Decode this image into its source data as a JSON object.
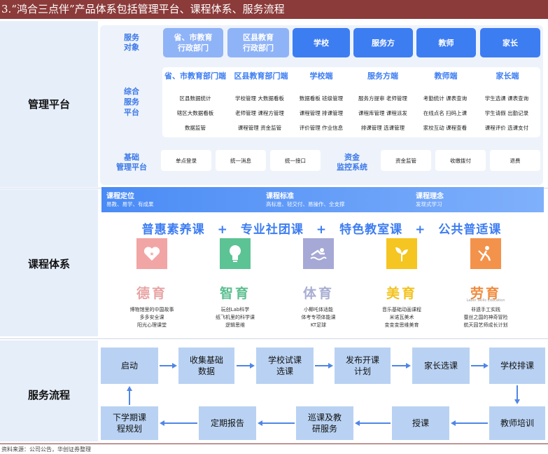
{
  "title": "3.“鸿合三点伴”产品体系包括管理平台、课程体系、服务流程",
  "sections": {
    "management": "管理平台",
    "curriculum": "课程体系",
    "service": "服务流程"
  },
  "management": {
    "service_target_label": "服务\n对象",
    "targets": [
      "省、市教育\n行政部门",
      "区县教育\n行政部门",
      "学校",
      "服务方",
      "教师",
      "家长"
    ],
    "integrated_label": "综合\n服务\n平台",
    "platforms": [
      {
        "head": "省、市教育部门端",
        "items": [
          "区县数据统计",
          "辖区大数据看板",
          "数据监管"
        ]
      },
      {
        "head": "区县教育部门端",
        "items": [
          "学校管理 大数据看板",
          "老师管理 课程方管理",
          "课程管理 资金监管"
        ]
      },
      {
        "head": "学校端",
        "items": [
          "数据看板 班级管理",
          "课程管理 排课管理",
          "评价管理 作业信息"
        ]
      },
      {
        "head": "服务方端",
        "items": [
          "服务方提审 老师管理",
          "课程库管理 课程派发",
          "排课管理 选课管理"
        ]
      },
      {
        "head": "教师端",
        "items": [
          "考勤统计 课表查询",
          "在线点名 扫码上课",
          "家校互动 课程查看"
        ]
      },
      {
        "head": "家长端",
        "items": [
          "学生选课 课表查询",
          "学生请假 出勤记录",
          "课程评价 选课支付"
        ]
      }
    ],
    "base_label": "基础\n管理平台",
    "base_items": [
      "单点登录",
      "统一消息",
      "统一接口"
    ],
    "fund_label": "资金\n监控系统",
    "fund_items": [
      "资金监管",
      "收缴拨付",
      "退费"
    ]
  },
  "curriculum": {
    "headers": [
      {
        "title": "课程定位",
        "sub": "易教、易学、有成果"
      },
      {
        "title": "课程标准",
        "sub": "高标准、轻交付、易操作、全支撑"
      },
      {
        "title": "课程理念",
        "sub": "发现式学习"
      }
    ],
    "course_line": "普惠素养课　+　专业社团课　+　特色教室课　+　公共普适课",
    "yu": [
      {
        "title": "德育",
        "sub": "",
        "color": "#e8a4a4",
        "tile": "#f2a5a5",
        "icon": "heart-icon",
        "items": [
          "博物馆里的中国故事",
          "多多安全课",
          "阳光心理课堂"
        ]
      },
      {
        "title": "智育",
        "sub": "",
        "color": "#5bbf8f",
        "tile": "#5cc394",
        "icon": "lightbulb-icon",
        "items": [
          "玩创Lab科学",
          "纸飞机里的科学课",
          "逻辑思维"
        ]
      },
      {
        "title": "体育",
        "sub": "",
        "color": "#a9aed3",
        "tile": "#a6a8d6",
        "icon": "swimmer-icon",
        "items": [
          "小椰吒体适能",
          "体考专项体能课",
          "KT足球"
        ]
      },
      {
        "title": "美育",
        "sub": "",
        "color": "#f3c21c",
        "tile": "#f5c521",
        "icon": "sprout-icon",
        "items": [
          "音乐基础动画课程",
          "米诺瓦美术",
          "变变变思维美育"
        ]
      },
      {
        "title": "劳育",
        "sub": "Labor Skills Education",
        "color": "#f08a3c",
        "tile": "#f3924a",
        "icon": "worker-icon",
        "items": [
          "非遗手工实践",
          "蚕丝之国的神奇冒险",
          "航天园艺师成长计划"
        ]
      }
    ]
  },
  "flow": {
    "steps": [
      "启动",
      "收集基础\n数据",
      "学校试课\n选课",
      "发布开课\n计划",
      "家长选课",
      "学校排课",
      "教师培训",
      "授课",
      "巡课及教\n研服务",
      "定期报告",
      "下学期课\n程规划"
    ]
  },
  "footer": "资料来源：公司公告，华创证券整理"
}
